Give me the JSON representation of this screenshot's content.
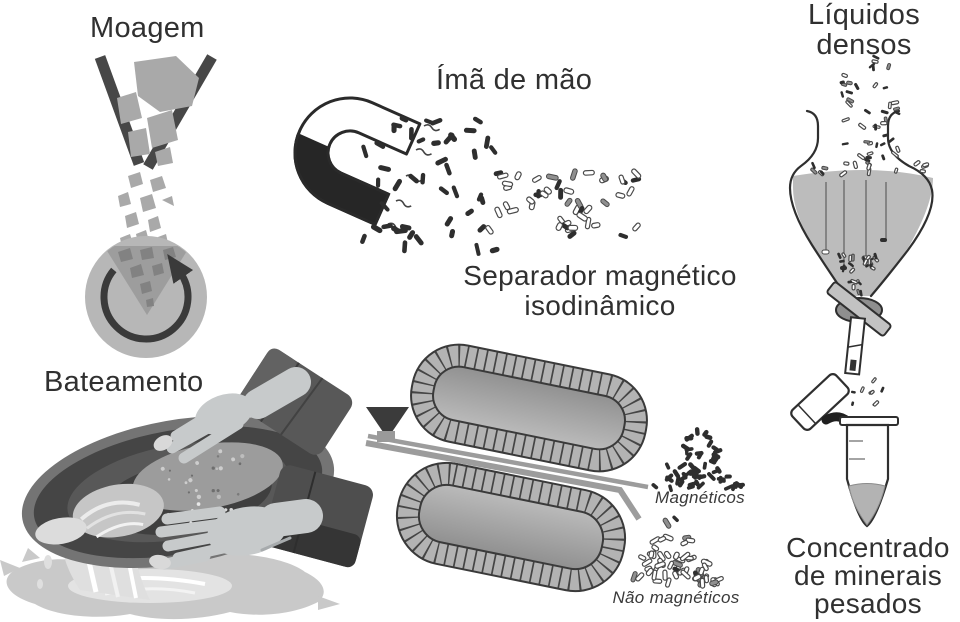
{
  "labels": {
    "moagem": "Moagem",
    "ima_de_mao": "Ímã de mão",
    "liquidos_densos": {
      "line1": "Líquidos",
      "line2": "densos"
    },
    "bateamento": "Bateamento",
    "separador": {
      "line1": "Separador magnético",
      "line2": "isodinâmico"
    },
    "magneticos": "Magnéticos",
    "nao_magneticos": "Não magnéticos",
    "concentrado": {
      "line1": "Concentrado",
      "line2": "de minerais",
      "line3": "pesados"
    }
  },
  "colors": {
    "ink": "#303030",
    "dark_shape": "#3d3d3d",
    "magnet_black": "#262626",
    "rock_gray": "#a9a9a9",
    "mill_gray": "#b7b7b7",
    "coil_band": "#b3b3b3",
    "liquid_gray": "#bcbcbc",
    "pan_dark": "#454545",
    "hand_gray": "#c7cacb",
    "sleeve_gray": "#545454",
    "water_gray": "#e0e0e0",
    "particle_dark": "#2e2e2e",
    "particle_light_stroke": "#4a4a4a"
  }
}
